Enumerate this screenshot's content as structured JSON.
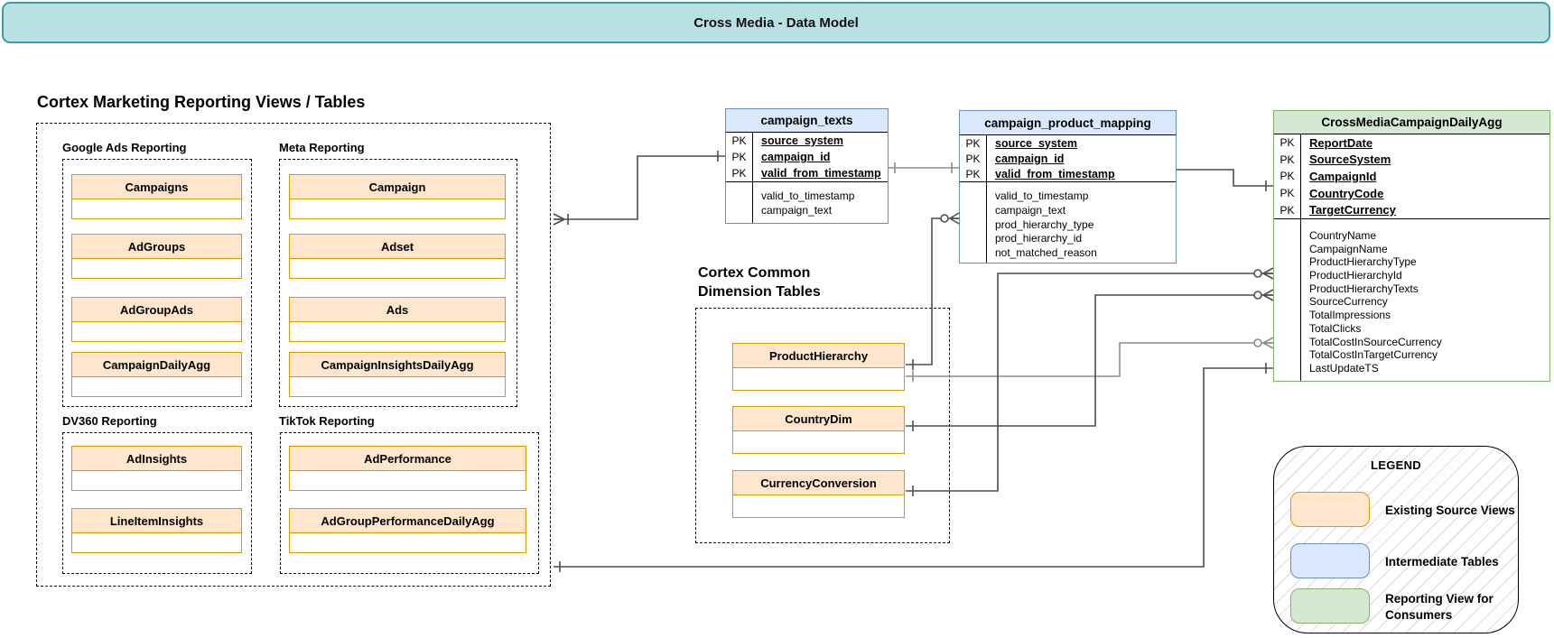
{
  "banner": {
    "title": "Cross Media - Data Model"
  },
  "marketing": {
    "heading": "Cortex Marketing Reporting Views / Tables",
    "groups": [
      {
        "label": "Google Ads Reporting",
        "entities": [
          "Campaigns",
          "AdGroups",
          "AdGroupAds",
          "CampaignDailyAgg"
        ]
      },
      {
        "label": "Meta Reporting",
        "entities": [
          "Campaign",
          "Adset",
          "Ads",
          "CampaignInsightsDailyAgg"
        ]
      },
      {
        "label": "DV360 Reporting",
        "entities": [
          "AdInsights",
          "LineItemInsights"
        ]
      },
      {
        "label": "TikTok Reporting",
        "entities": [
          "AdPerformance",
          "AdGroupPerformanceDailyAgg"
        ]
      }
    ]
  },
  "labels": {
    "pk": "PK"
  },
  "tables": {
    "campaign_texts": {
      "title": "campaign_texts",
      "pk": [
        "source_system",
        "campaign_id",
        "valid_from_timestamp"
      ],
      "fields": [
        "valid_to_timestamp",
        "campaign_text"
      ]
    },
    "campaign_product_mapping": {
      "title": "campaign_product_mapping",
      "pk": [
        "source_system",
        "campaign_id",
        "valid_from_timestamp"
      ],
      "fields": [
        "valid_to_timestamp",
        "campaign_text",
        "prod_hierarchy_type",
        "prod_hierarchy_id",
        "not_matched_reason"
      ]
    },
    "cross_media_campaign_daily_agg": {
      "title": "CrossMediaCampaignDailyAgg",
      "pk": [
        "ReportDate",
        "SourceSystem",
        "CampaignId",
        "CountryCode",
        "TargetCurrency"
      ],
      "fields": [
        "CountryName",
        "CampaignName",
        "ProductHierarchyType",
        "ProductHierarchyId",
        "ProductHierarchyTexts",
        "SourceCurrency",
        "TotalImpressions",
        "TotalClicks",
        "TotalCostInSourceCurrency",
        "TotalCostInTargetCurrency",
        "LastUpdateTS"
      ]
    }
  },
  "dimensions": {
    "heading_line1": "Cortex Common",
    "heading_line2": "Dimension Tables",
    "entities": [
      "ProductHierarchy",
      "CountryDim",
      "CurrencyConversion"
    ]
  },
  "legend": {
    "title": "LEGEND",
    "items": [
      {
        "swatch_color": "#ffe6cc",
        "swatch_border": "#d79b00",
        "label": "Existing Source Views"
      },
      {
        "swatch_color": "#dae8fc",
        "swatch_border": "#6c8ebf",
        "label": "Intermediate Tables"
      },
      {
        "swatch_color": "#d5e8d4",
        "swatch_border": "#82b366",
        "label": "Reporting View for Consumers"
      }
    ]
  },
  "colors": {
    "banner_fill": "#b9e0e3",
    "banner_border": "#3d9da7",
    "source_view_fill": "#ffe6cc",
    "source_view_border": "#d79b00",
    "intermediate_fill": "#dae8fc",
    "intermediate_border": "#6c8ebf",
    "reporting_fill": "#d5e8d4",
    "reporting_border": "#82b366"
  }
}
